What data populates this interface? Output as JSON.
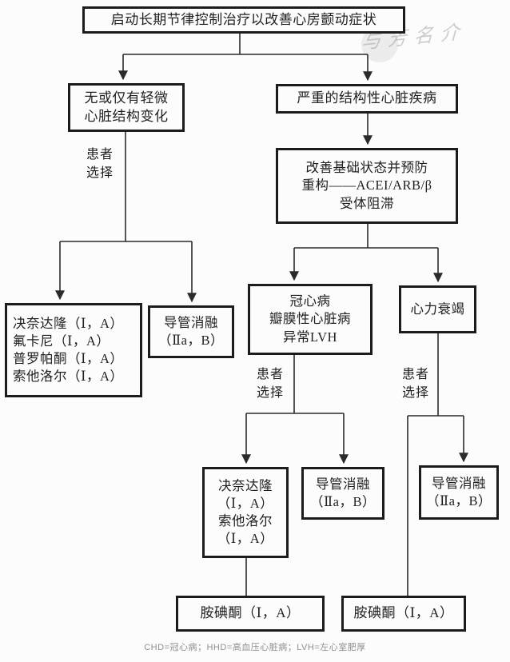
{
  "flowchart": {
    "start": {
      "lines": [
        "启动长期节律控制治疗以改善心房颤动症状"
      ]
    },
    "no_mild_change": {
      "lines": [
        "无或仅有轻微",
        "心脏结构变化"
      ]
    },
    "severe_disease": {
      "lines": [
        "严重的结构性心脏疾病"
      ]
    },
    "improve_baseline": {
      "lines": [
        "改善基础状态并预防",
        "重构——ACEI/ARB/β",
        "受体阻滞"
      ]
    },
    "drugs_left": {
      "lines": [
        "决奈达隆（Ⅰ，A）",
        "氟卡尼（Ⅰ，A）",
        "普罗帕酮（Ⅰ，A）",
        "索他洛尔（Ⅰ，A）"
      ]
    },
    "ablation_left": {
      "lines": [
        "导管消融",
        "（Ⅱa，B）"
      ]
    },
    "chd_group": {
      "lines": [
        "冠心病",
        "瓣膜性心脏病",
        "异常LVH"
      ]
    },
    "heart_failure": {
      "lines": [
        "心力衰竭"
      ]
    },
    "drugs_mid": {
      "lines": [
        "决奈达隆",
        "（Ⅰ，A）",
        "索他洛尔",
        "（Ⅰ，A）"
      ]
    },
    "ablation_mid": {
      "lines": [
        "导管消融",
        "（Ⅱa，B）"
      ]
    },
    "ablation_right": {
      "lines": [
        "导管消融",
        "（Ⅱa，B）"
      ]
    },
    "amiodarone_left": {
      "lines": [
        "胺碘酮（Ⅰ，A）"
      ]
    },
    "amiodarone_right": {
      "lines": [
        "胺碘酮（Ⅰ，A）"
      ]
    },
    "patient_choice": {
      "lines": [
        "患者",
        "选择"
      ]
    }
  },
  "legend": {
    "text": "CHD=冠心病；HHD=高血压心脏病；LVH=左心室肥厚"
  },
  "watermark": {
    "text": "与芳名介"
  },
  "colors": {
    "line": "#2b2b2b",
    "box_border": "#1c1c1c",
    "text": "#1f1f1f",
    "legend_text": "#8f8f8f",
    "background": "#fcfcfc"
  }
}
